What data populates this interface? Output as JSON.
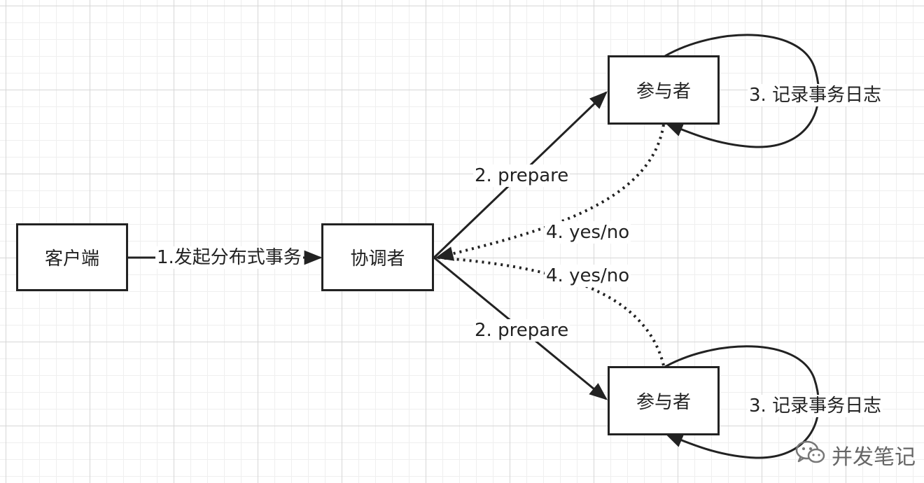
{
  "nodes": {
    "client": "客户端",
    "coordinator": "协调者",
    "participant_top": "参与者",
    "participant_bottom": "参与者"
  },
  "edges": {
    "start_transaction": "1.发起分布式事务",
    "prepare_top": "2. prepare",
    "prepare_bottom": "2. prepare",
    "vote_top": "4. yes/no",
    "vote_bottom": "4. yes/no",
    "log_top": "3. 记录事务日志",
    "log_bottom": "3. 记录事务日志"
  },
  "watermark": {
    "icon": "wechat-icon",
    "text": "并发笔记"
  }
}
